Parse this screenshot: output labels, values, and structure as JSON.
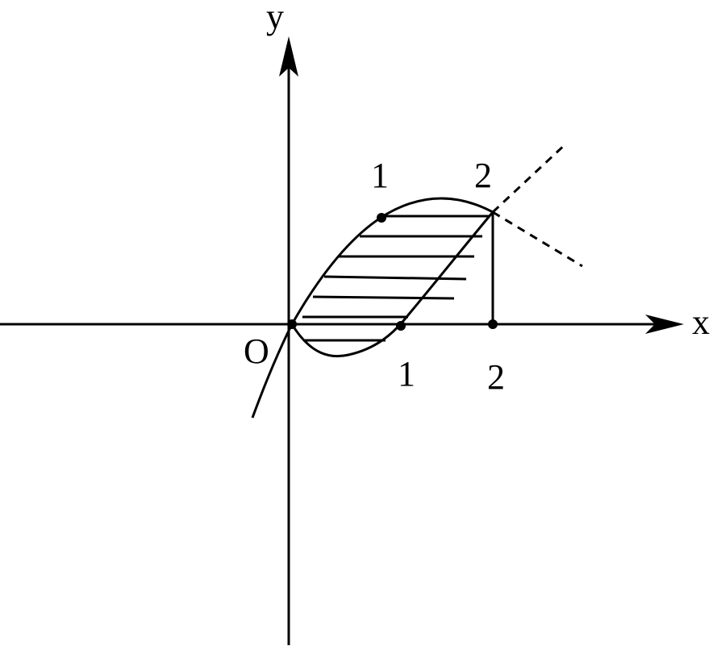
{
  "axes": {
    "x_label": "x",
    "y_label": "y",
    "origin_label": "O"
  },
  "points": {
    "upper_curve_point_label": "1",
    "intersection_label": "2",
    "x_tick_1_label": "1",
    "x_tick_2_label": "2"
  },
  "colors": {
    "stroke": "#000000",
    "background": "#ffffff"
  }
}
